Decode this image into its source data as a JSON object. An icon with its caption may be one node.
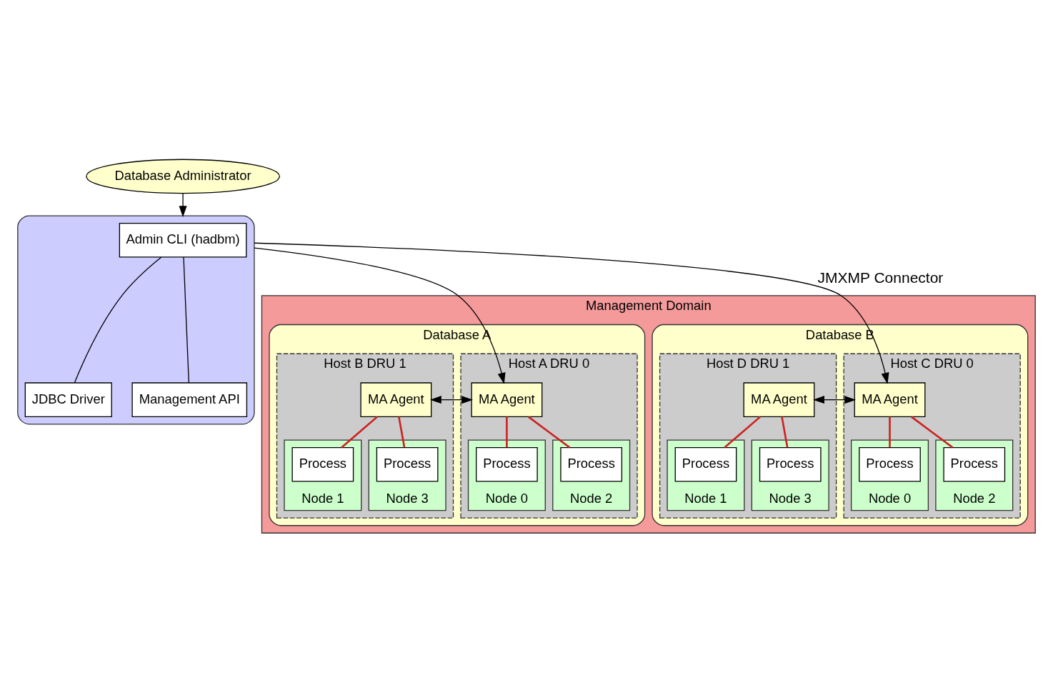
{
  "diagram": {
    "nodes": [
      {
        "text": [
          "Database Administrator"
        ]
      },
      {
        "text": [],
        "shape": "box"
      },
      {
        "text": [
          "Admin CLI (hadbm)"
        ],
        "in": 1
      },
      {
        "text": [
          "JDBC Driver"
        ],
        "in": 1
      },
      {
        "text": [
          "Management API"
        ],
        "in": 1
      },
      {
        "text": [
          "Management Domain"
        ]
      },
      {
        "text": [
          "Database A"
        ],
        "in": 5
      },
      {
        "text": [
          "Host A DRU 0"
        ],
        "in": 6
      },
      {
        "text": [
          "MA Agent"
        ],
        "in": 7
      },
      {
        "text": [
          "Node 0"
        ],
        "in": 7
      },
      {
        "text": [
          "Process"
        ],
        "in": 9
      },
      {
        "text": [
          "Node 2"
        ],
        "in": 7
      },
      {
        "text": [
          "Process"
        ],
        "in": 11
      },
      {
        "text": [
          "Host B DRU 1"
        ],
        "in": 6
      },
      {
        "text": [
          "MA Agent"
        ],
        "in": 13
      },
      {
        "text": [
          "Node 1"
        ],
        "in": 13
      },
      {
        "text": [
          "Process"
        ],
        "in": 15
      },
      {
        "text": [
          "Node 3"
        ],
        "in": 13
      },
      {
        "text": [
          "Process"
        ],
        "in": 17
      },
      {
        "text": [
          "Database B"
        ],
        "in": 5
      },
      {
        "text": [
          "Host C DRU 0"
        ],
        "in": 19
      },
      {
        "text": [
          "MA Agent"
        ],
        "in": 20
      },
      {
        "text": [
          "Node 0"
        ],
        "in": 20
      },
      {
        "text": [
          "Process"
        ],
        "in": 22
      },
      {
        "text": [
          "Node 2"
        ],
        "in": 20
      },
      {
        "text": [
          "Process"
        ],
        "in": 24
      },
      {
        "text": [
          "Host D DRU 1"
        ],
        "in": 19
      },
      {
        "text": [
          "MA Agent"
        ],
        "in": 26
      },
      {
        "text": [
          "Node 1"
        ],
        "in": 26
      },
      {
        "text": [
          "Process"
        ],
        "in": 28
      },
      {
        "text": [
          "Node 3"
        ],
        "in": 26
      },
      {
        "text": [
          "Process"
        ],
        "in": 30
      }
    ],
    "edges": [
      {
        "from": 0,
        "to": 1,
        "arrow": "to",
        "color": "#000000"
      },
      {
        "from": 2,
        "to": 3,
        "arrow": "none",
        "color": "#000000"
      },
      {
        "from": 2,
        "to": 4,
        "arrow": "none",
        "color": "#000000"
      },
      {
        "from": 1,
        "to": 8,
        "arrow": "to",
        "color": "#000000"
      },
      {
        "from": 1,
        "to": 21,
        "arrow": "to",
        "label": "JMXMP Connector",
        "color": "#000000"
      },
      {
        "from": 8,
        "to": 14,
        "arrow": "both",
        "color": "#000000"
      },
      {
        "from": 21,
        "to": 27,
        "arrow": "both",
        "color": "#000000"
      },
      {
        "from": 8,
        "to": 10,
        "arrow": "none"
      },
      {
        "from": 8,
        "to": 12,
        "arrow": "none"
      },
      {
        "from": 14,
        "to": 16,
        "arrow": "none"
      },
      {
        "from": 14,
        "to": 18,
        "arrow": "none"
      },
      {
        "from": 21,
        "to": 23,
        "arrow": "none"
      },
      {
        "from": 21,
        "to": 25,
        "arrow": "none"
      },
      {
        "from": 27,
        "to": 29,
        "arrow": "none"
      },
      {
        "from": 27,
        "to": 31,
        "arrow": "none"
      }
    ]
  }
}
